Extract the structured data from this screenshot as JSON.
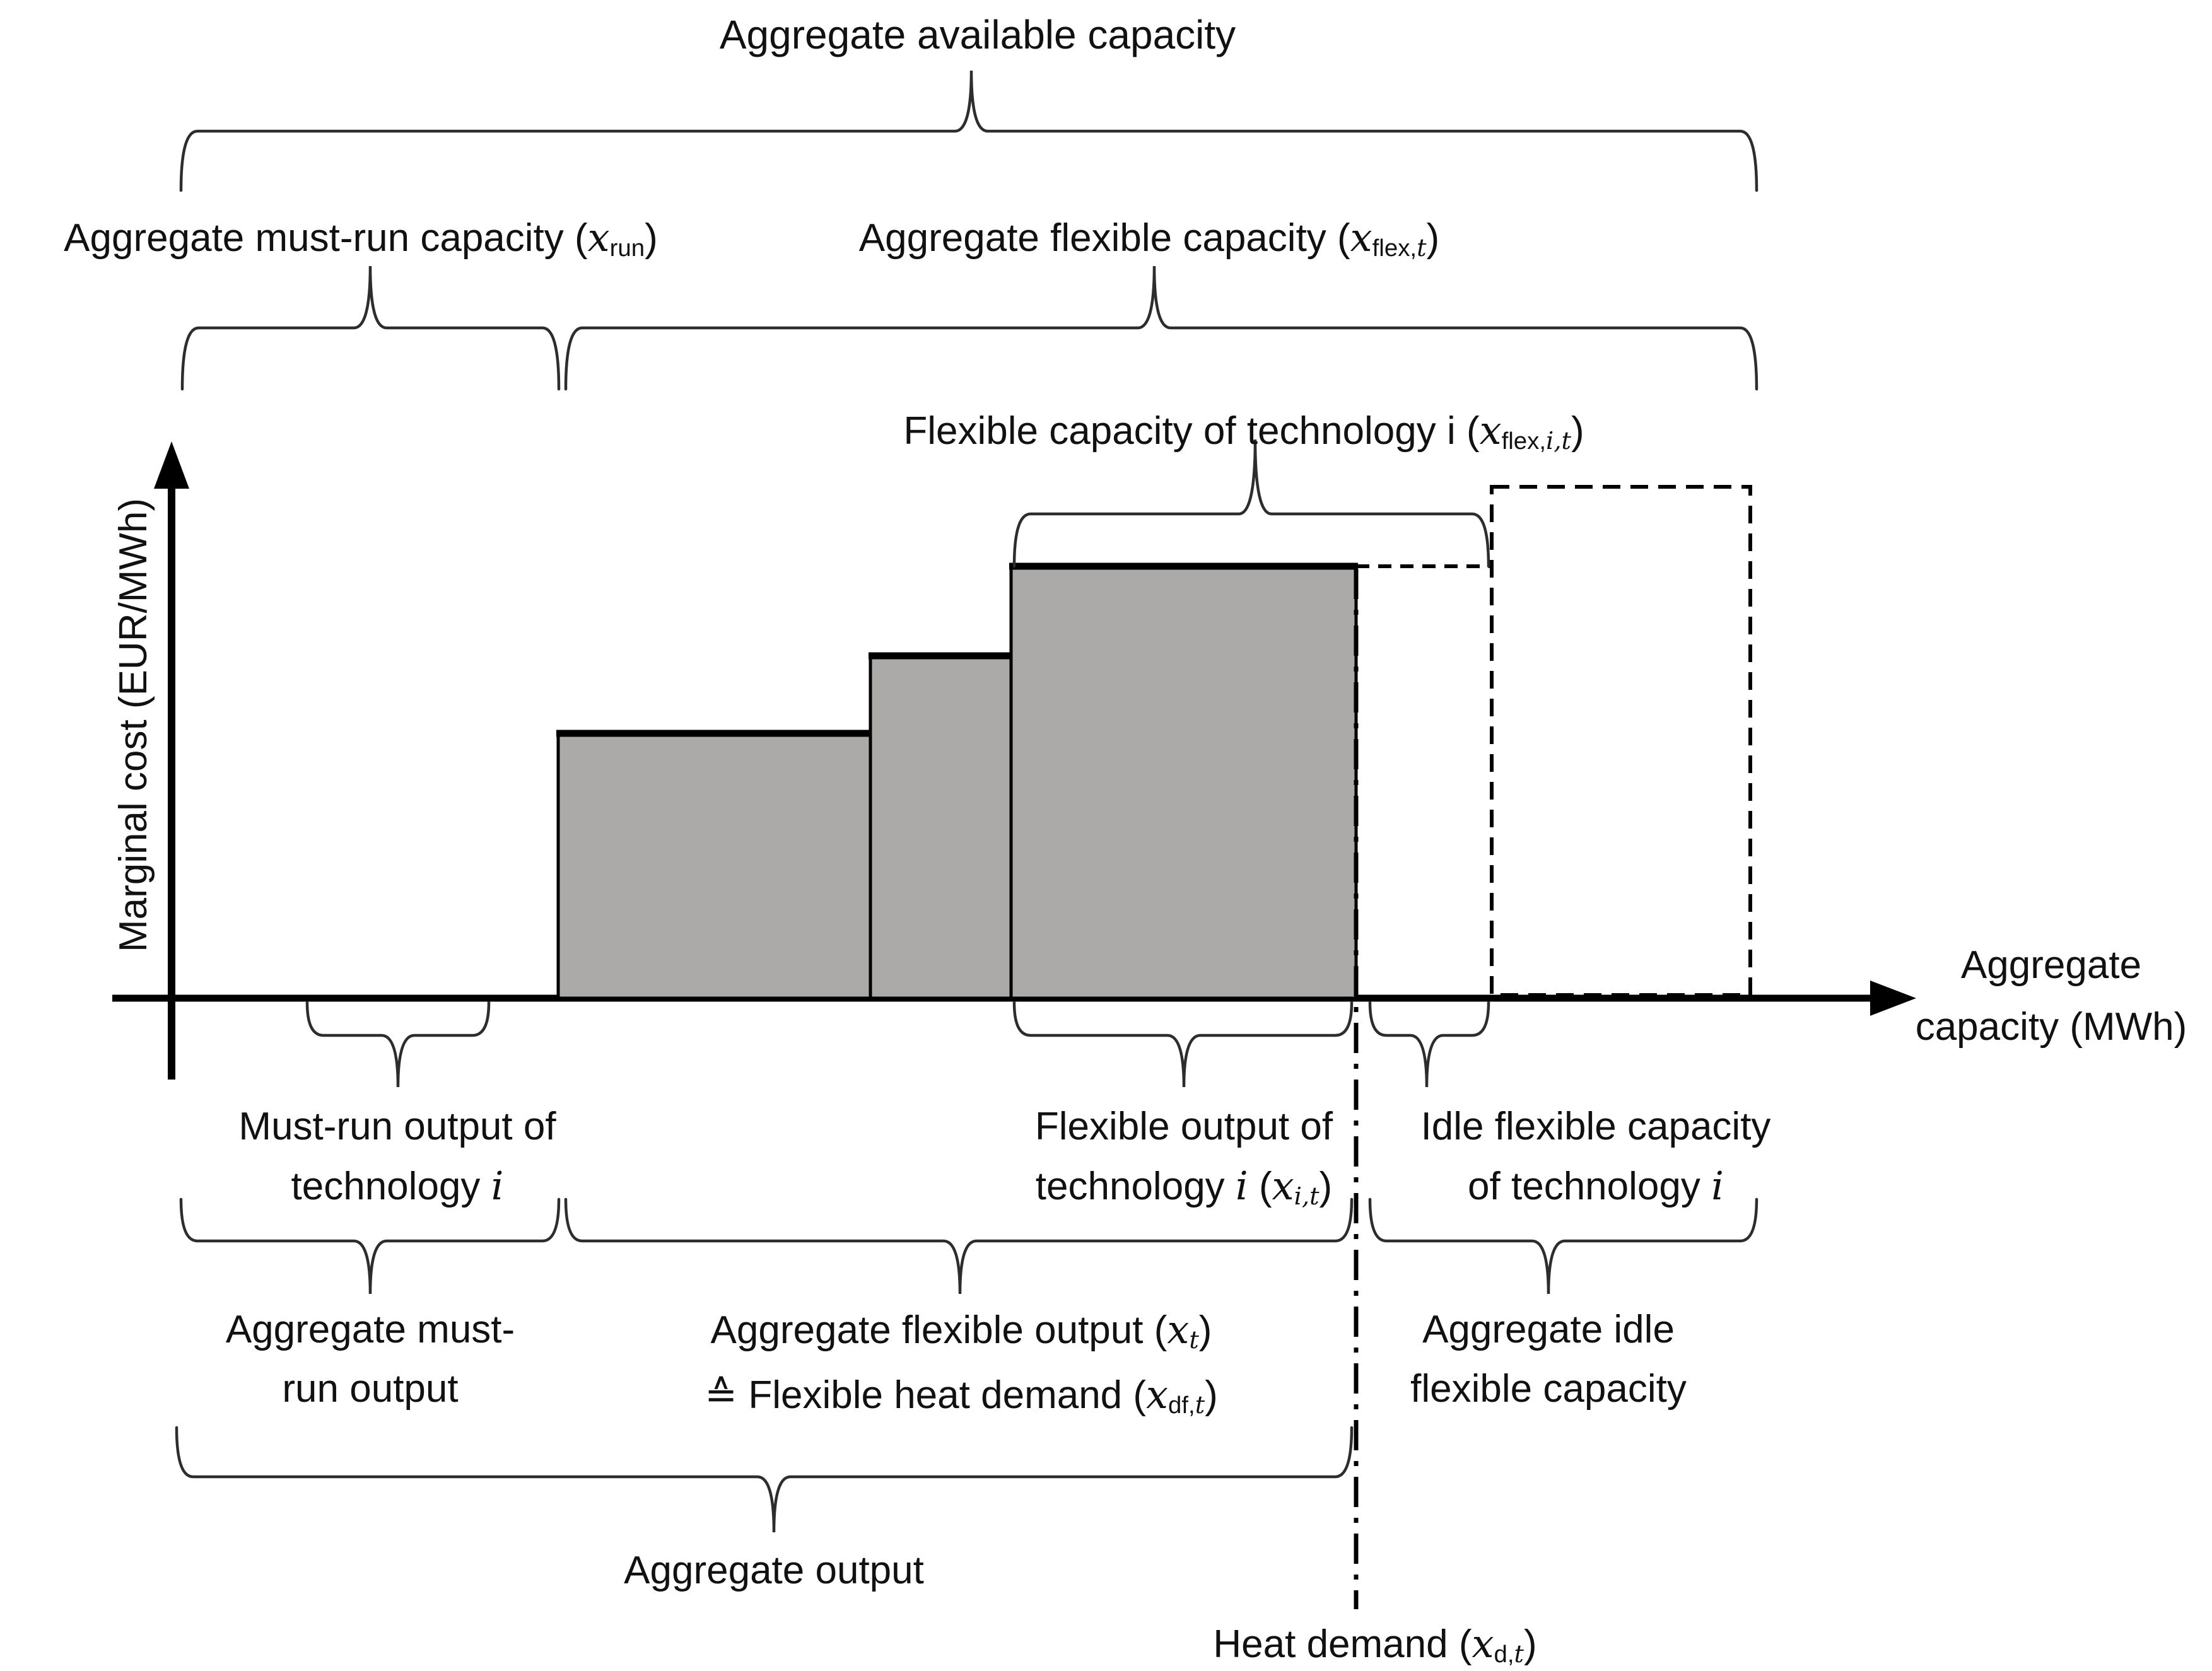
{
  "figure": {
    "title": "Aggregate available capacity",
    "colors": {
      "bar_fill": "#ACA9A9",
      "line": "#000000",
      "brace": "#2d2d2d",
      "background": "#ffffff"
    }
  },
  "axes": {
    "y_label": "Marginal cost (EUR/MWh)",
    "x_label_line1": "Aggregate",
    "x_label_line2": "capacity (MWh)"
  },
  "capacity_labels": {
    "mustrun": {
      "pre": "Aggregate must-run capacity (",
      "var": "x",
      "sub": "run",
      "post": ")"
    },
    "flexible": {
      "pre": "Aggregate flexible capacity (",
      "var": "x",
      "sub": "flex,",
      "subi": "t",
      "post": ")"
    },
    "flexible_tech": {
      "pre": "Flexible capacity of technology i (",
      "var": "x",
      "sub": "flex,",
      "subi": "i,t",
      "post": ")"
    }
  },
  "output_labels": {
    "mustrun_tech": {
      "line1": "Must-run output of",
      "line2_pre": "technology ",
      "line2_var": "i"
    },
    "flexible_tech": {
      "line1": "Flexible output of",
      "line2_pre": "technology ",
      "line2_var": "i",
      "line2_mid": " (",
      "var": "x",
      "subi": "i,t",
      "post": ")"
    },
    "idle_tech": {
      "line1": "Idle flexible capacity",
      "line2_pre": "of technology ",
      "line2_var": "i"
    }
  },
  "aggregate_labels": {
    "mustrun": {
      "line1": "Aggregate must-",
      "line2": "run output"
    },
    "flexible": {
      "line1_pre": "Aggregate flexible output (",
      "var1": "x",
      "sub1i": "t",
      "line1_post": ")",
      "line2_pre": "≙ Flexible heat demand (",
      "var2": "x",
      "sub2": "df,",
      "sub2i": "t",
      "line2_post": ")"
    },
    "idle": {
      "line1": "Aggregate idle",
      "line2": "flexible capacity"
    },
    "output": "Aggregate output"
  },
  "heat_demand": {
    "pre": "Heat demand (",
    "var": "x",
    "sub": "d,",
    "subi": "t",
    "post": ")"
  }
}
